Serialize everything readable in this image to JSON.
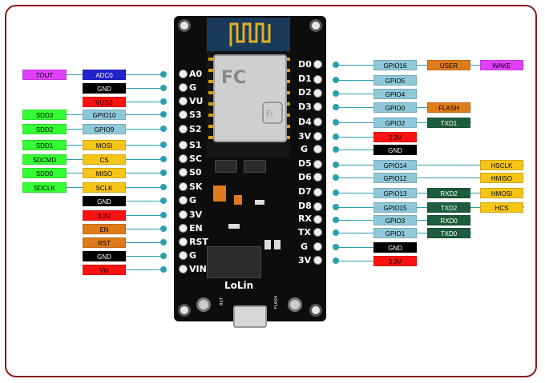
{
  "board": {
    "logo": "LoLin",
    "rst_label": "RST",
    "flash_label": "FLASH"
  },
  "left_pins": [
    "A0",
    "G",
    "VU",
    "S3",
    "S2",
    "S1",
    "SC",
    "S0",
    "SK",
    "G",
    "3V",
    "EN",
    "RST",
    "G",
    "VIN"
  ],
  "right_pins": [
    "D0",
    "D1",
    "D2",
    "D3",
    "D4",
    "3V",
    "G",
    "D5",
    "D6",
    "D7",
    "D8",
    "RX",
    "TX",
    "G",
    "3V"
  ],
  "labels": {
    "tout": "TOUT",
    "adc0": "ADC0",
    "gnd1": "GND",
    "vusb": "VUSB",
    "sdd3": "SDD3",
    "gpio10": "GPIO10",
    "sdd2": "SDD2",
    "gpio9": "GPIO9",
    "sdd1": "SDD1",
    "mosi": "MOSI",
    "sdcmd": "SDCMD",
    "cs": "CS",
    "sdd0": "SDD0",
    "miso": "MISO",
    "sdclk": "SDCLK",
    "sclk": "SCLK",
    "gnd2": "GND",
    "v33_l": "3.3V",
    "en": "EN",
    "rst": "RST",
    "gnd3": "GND",
    "vin": "Vin",
    "gpio16": "GPIO16",
    "user": "USER",
    "wake": "WAKE",
    "gpio5": "GPIO5",
    "gpio4": "GPIO4",
    "gpio0": "GPIO0",
    "flash": "FLASH",
    "gpio2": "GPIO2",
    "txd1": "TXD1",
    "v33_r1": "3.3V",
    "gnd_r1": "GND",
    "gpio14": "GPIO14",
    "hsclk": "HSCLK",
    "gpio12": "GPIO12",
    "hmiso": "HMISO",
    "gpio13": "GPIO13",
    "rxd2": "RXD2",
    "hmosi": "HMOSI",
    "gpio15": "GPIO15",
    "txd2": "TXD2",
    "hcs": "HCS",
    "gpio3": "GPIO3",
    "rxd0": "RXD0",
    "gpio1": "GPIO1",
    "txd0": "TXD0",
    "gnd_r2": "GND",
    "v33_r2": "3.3V"
  },
  "colors": {
    "magenta": "#e040fb",
    "blue": "#2222cc",
    "black": "#000000",
    "red": "#ff1111",
    "green": "#33ff33",
    "lightblue": "#8fc8d8",
    "yellow": "#f5c518",
    "orange": "#e07b1a",
    "darkgreen": "#1d5c3c",
    "line": "#2a9fb0"
  }
}
